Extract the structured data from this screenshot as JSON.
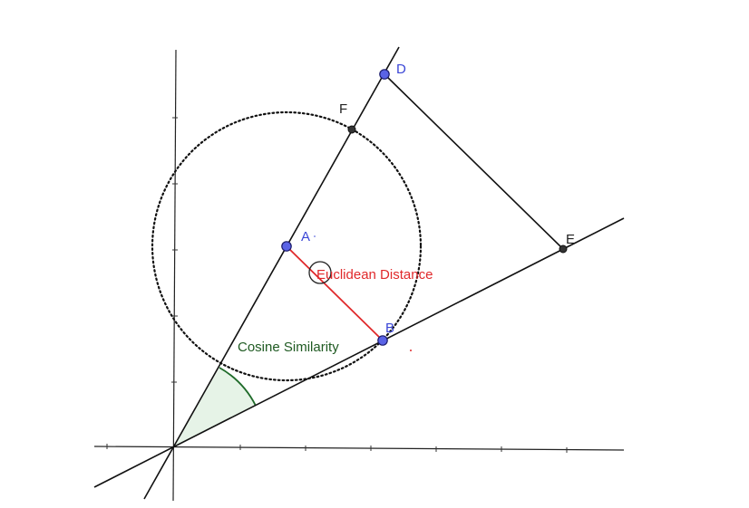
{
  "labels": {
    "point_a": "A",
    "point_b": "B",
    "point_d": "D",
    "point_e": "E",
    "point_f": "F",
    "euclidean": "Euclidean Distance",
    "cosine": "Cosine Similarity"
  },
  "colors": {
    "distance_segment": "#e0292b",
    "angle_marker": "#1f6b2a",
    "points": "#5a63e6"
  }
}
